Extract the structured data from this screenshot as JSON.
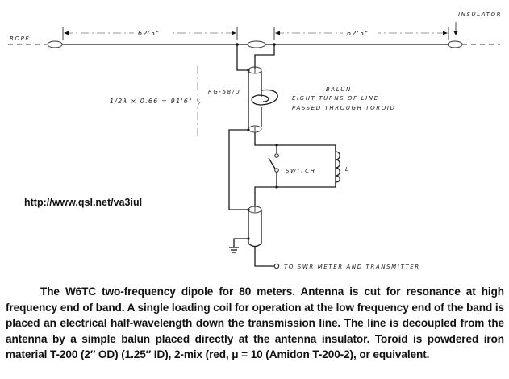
{
  "diagram": {
    "labels": {
      "rope": "ROPE",
      "insulator": "INSULATOR",
      "left_length": "62'5\"",
      "right_length": "62'5\"",
      "coax_length": "1/2λ × 0.66 = 91'6\"",
      "coax_type": "RG-58/U",
      "balun_title": "BALUN",
      "balun_line1": "EIGHT TURNS OF LINE",
      "balun_line2": "PASSED THROUGH TOROID",
      "switch": "SWITCH",
      "inductor": "L",
      "feed": "TO SWR METER AND TRANSMITTER"
    }
  },
  "watermark_url": "http://www.qsl.net/va3iul",
  "caption": "The W6TC two-frequency dipole for 80 meters. Antenna is cut for resonance at high frequency end of band. A single loading coil for operation at the low frequency end of the band is placed an electrical half-wavelength down the transmission line. The line is decoupled from the antenna by a simple balun placed directly at the antenna insulator. Toroid is powdered iron material T-200 (2″ OD) (1.25″ ID), 2-mix (red, μ = 10 (Amidon T-200-2), or equivalent."
}
